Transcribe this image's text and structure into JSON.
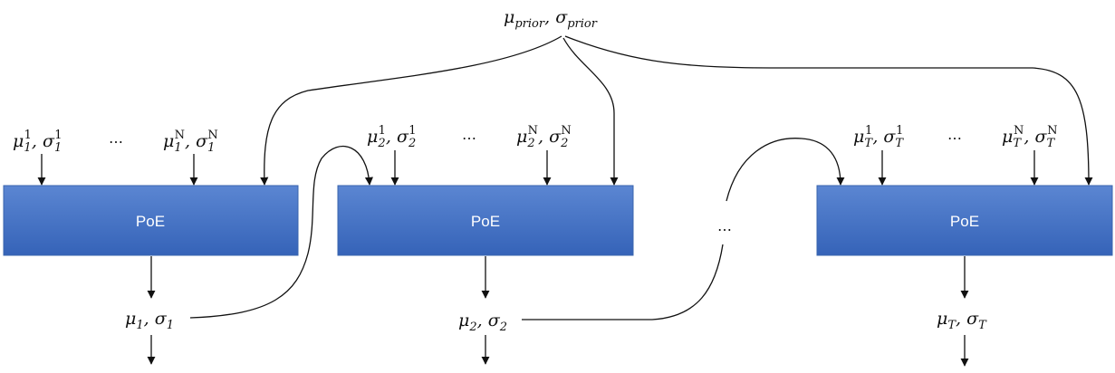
{
  "blocks": [
    {
      "label": "PoE",
      "inputs": [
        {
          "base": "μ",
          "sub": "1",
          "sup": "1",
          "sigma": "σ"
        },
        {
          "base": "μ",
          "sub": "1",
          "sup": "N",
          "sigma": "σ"
        }
      ],
      "output": {
        "mu": "μ",
        "sigma": "σ",
        "sub": "1"
      }
    },
    {
      "label": "PoE",
      "inputs": [
        {
          "base": "μ",
          "sub": "2",
          "sup": "1",
          "sigma": "σ"
        },
        {
          "base": "μ",
          "sub": "2",
          "sup": "N",
          "sigma": "σ"
        }
      ],
      "output": {
        "mu": "μ",
        "sigma": "σ",
        "sub": "2"
      }
    },
    {
      "label": "PoE",
      "inputs": [
        {
          "base": "μ",
          "sub": "T",
          "sup": "1",
          "sigma": "σ"
        },
        {
          "base": "μ",
          "sub": "T",
          "sup": "N",
          "sigma": "σ"
        }
      ],
      "output": {
        "mu": "μ",
        "sigma": "σ",
        "sub": "T"
      }
    }
  ],
  "prior": {
    "mu": "μ",
    "sigma": "σ",
    "sub": "prior"
  },
  "ellipsis": "…",
  "colors": {
    "box_top": "#5b86d2",
    "box_bottom": "#3563b8",
    "box_border": "#3a64ad",
    "arrow": "#111111"
  }
}
